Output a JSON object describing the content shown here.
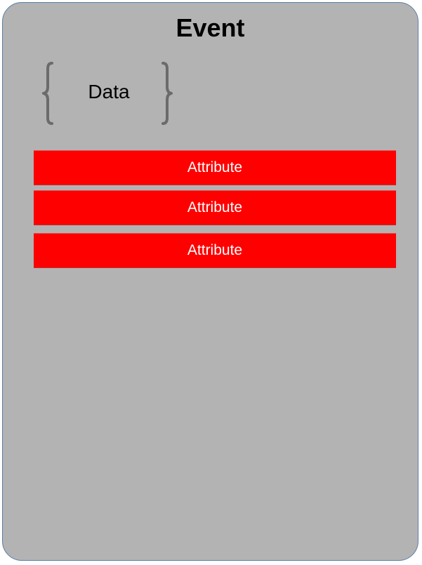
{
  "event": {
    "title": "Event",
    "data_label": "Data",
    "attributes": [
      {
        "label": "Attribute"
      },
      {
        "label": "Attribute"
      },
      {
        "label": "Attribute"
      }
    ],
    "colors": {
      "card_fill": "#b3b3b3",
      "card_border": "#5b7fa6",
      "attribute_fill": "#ff0000",
      "attribute_text": "#ffffff",
      "brace": "#6b6b6b"
    }
  }
}
